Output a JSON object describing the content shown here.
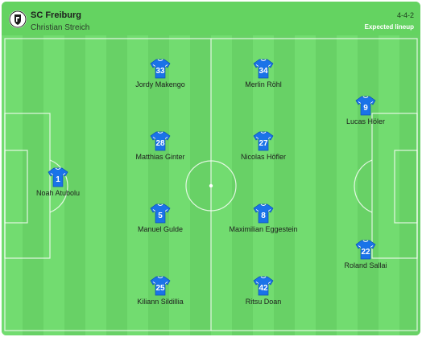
{
  "team": {
    "name": "SC Freiburg",
    "coach": "Christian Streich",
    "formation": "4-4-2",
    "lineup_note": "Expected lineup"
  },
  "colors": {
    "pitch_light": "#72dc70",
    "pitch_dark": "#68d166",
    "header": "#64d361",
    "shirt": "#1a73e8",
    "lines": "#ffffff"
  },
  "players": [
    {
      "number": "33",
      "name": "Jordy Makengo"
    },
    {
      "number": "34",
      "name": "Merlin Röhl"
    },
    {
      "number": "9",
      "name": "Lucas Höler"
    },
    {
      "number": "28",
      "name": "Matthias Ginter"
    },
    {
      "number": "27",
      "name": "Nicolas Höfler"
    },
    {
      "number": "1",
      "name": "Noah Atubolu"
    },
    {
      "number": "5",
      "name": "Manuel Gulde"
    },
    {
      "number": "8",
      "name": "Maximilian Eggestein"
    },
    {
      "number": "22",
      "name": "Roland Sallai"
    },
    {
      "number": "25",
      "name": "Kiliann Sildillia"
    },
    {
      "number": "42",
      "name": "Ritsu Doan"
    }
  ]
}
